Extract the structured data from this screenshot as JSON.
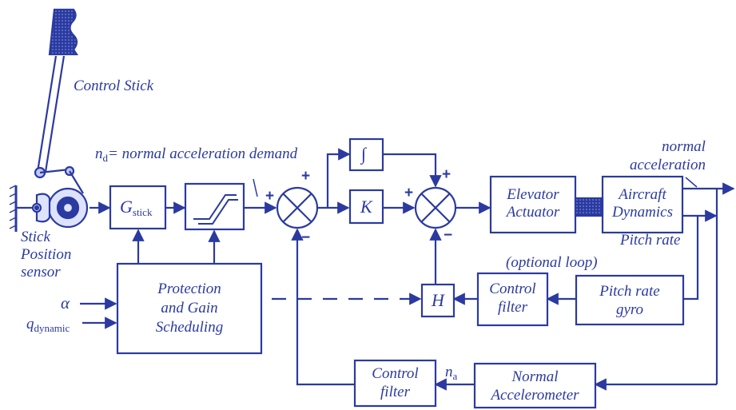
{
  "labels": {
    "control_stick": "Control Stick",
    "nd_symbol": "n",
    "nd_sub": "d",
    "nd_text": "= normal acceleration demand",
    "stick_position_sensor_1": "Stick",
    "stick_position_sensor_2": "Position",
    "stick_position_sensor_3": "sensor",
    "normal_acceleration_1": "normal",
    "normal_acceleration_2": "acceleration",
    "pitch_rate": "Pitch rate",
    "optional_loop": "(optional loop)",
    "na_symbol": "n",
    "na_sub": "a",
    "alpha": "α",
    "q_symbol": "q",
    "q_sub": "dynamic"
  },
  "blocks": {
    "gstick_symbol": "G",
    "gstick_sub": "stick",
    "integrator": "∫",
    "gain_k": "K",
    "gain_h": "H",
    "elevator_actuator_1": "Elevator",
    "elevator_actuator_2": "Actuator",
    "aircraft_dynamics_1": "Aircraft",
    "aircraft_dynamics_2": "Dynamics",
    "control_filter_top_1": "Control",
    "control_filter_top_2": "filter",
    "pitch_rate_gyro_1": "Pitch rate",
    "pitch_rate_gyro_2": "gyro",
    "protection_1": "Protection",
    "protection_2": "and Gain",
    "protection_3": "Scheduling",
    "control_filter_bottom_1": "Control",
    "control_filter_bottom_2": "filter",
    "normal_accel_1": "Normal",
    "normal_accel_2": "Accelerometer"
  },
  "signs": {
    "sum1_top": "+",
    "sum1_left": "+",
    "sum1_bottom": "−",
    "sum2_top": "+",
    "sum2_left": "+",
    "sum2_bottom": "−"
  },
  "colors": {
    "line": "#2b3aa0",
    "background": "#ffffff"
  }
}
